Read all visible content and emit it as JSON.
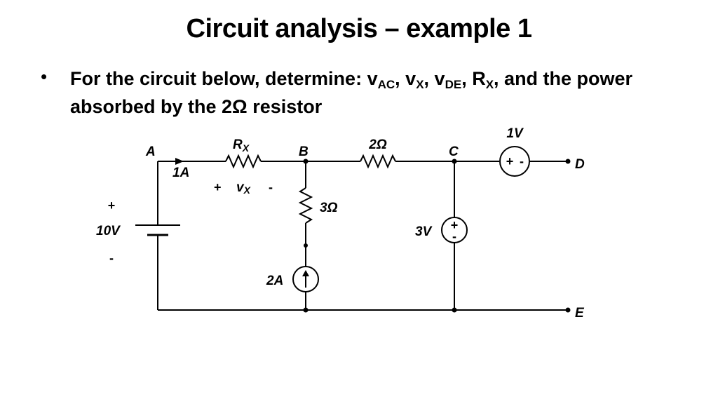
{
  "title": "Circuit analysis – example 1",
  "bullet": {
    "symbol": "•",
    "text_1": "For the circuit below, determine: v",
    "sub_ac": "AC",
    "text_2": ", v",
    "sub_x1": "X",
    "text_3": ", v",
    "sub_de": "DE",
    "text_4": ", R",
    "sub_x2": "X",
    "text_5": ", and the power absorbed by the 2Ω resistor"
  },
  "circuit": {
    "nodes": {
      "A": "A",
      "B": "B",
      "C": "C",
      "D": "D",
      "E": "E"
    },
    "rx_label_main": "R",
    "rx_label_sub": "X",
    "r2_label": "2Ω",
    "r3_label": "3Ω",
    "source_1v_label": "1V",
    "source_1v_plus": "+",
    "source_1v_minus": "-",
    "source_10v_label": "10V",
    "source_10v_plus": "+",
    "source_10v_minus": "-",
    "source_3v_label": "3V",
    "source_3v_plus": "+",
    "source_3v_minus": "-",
    "current_source_label": "2A",
    "branch_current_label": "1A",
    "vx_plus": "+",
    "vx_main": "v",
    "vx_sub": "X",
    "vx_minus": "-"
  }
}
